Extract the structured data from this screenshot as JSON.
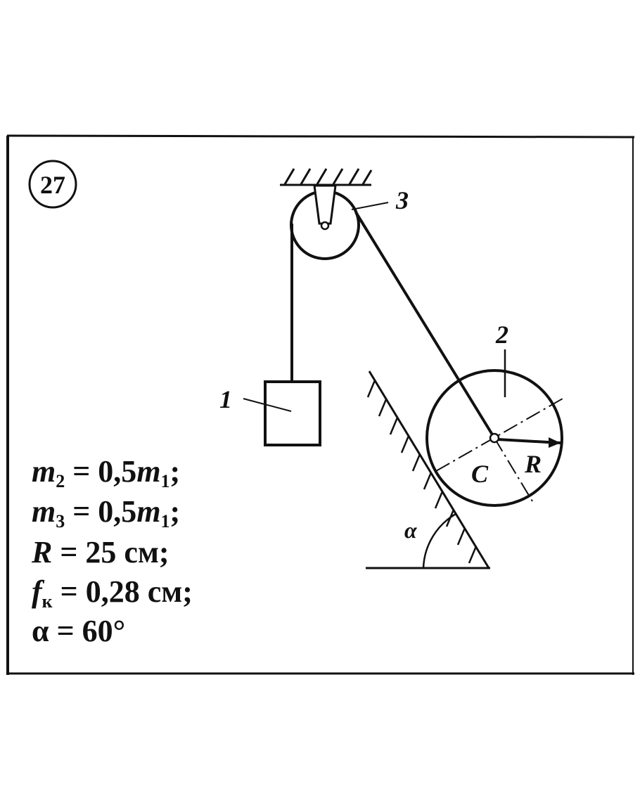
{
  "problem_number": "27",
  "labels": {
    "body1": "1",
    "body2": "2",
    "body3": "3",
    "center": "C",
    "radius": "R",
    "angle": "α"
  },
  "givens": [
    {
      "lhs": "m",
      "sub": "2",
      "rhs": " = 0,5",
      "rhs_var": "m",
      "rhs_sub": "1",
      "end": ";"
    },
    {
      "lhs": "m",
      "sub": "3",
      "rhs": " = 0,5",
      "rhs_var": "m",
      "rhs_sub": "1",
      "end": ";"
    },
    {
      "lhs": "R",
      "sub": "",
      "rhs": " = 25 см;",
      "rhs_var": "",
      "rhs_sub": "",
      "end": ""
    },
    {
      "lhs": "f",
      "sub": "к",
      "rhs": " = 0,28 см;",
      "rhs_var": "",
      "rhs_sub": "",
      "end": ""
    },
    {
      "lhs": "α",
      "sub": "",
      "rhs": " = 60°",
      "rhs_var": "",
      "rhs_sub": "",
      "end": ""
    }
  ]
}
